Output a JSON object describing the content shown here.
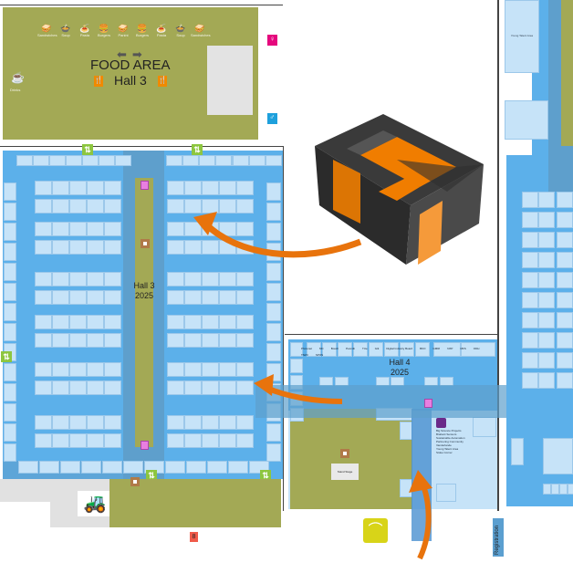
{
  "food_area": {
    "title": "FOOD AREA",
    "hall": "Hall 3",
    "foods": [
      "Sandwiches",
      "Soup",
      "Pasta",
      "Burgers",
      "Panini",
      "Burgers",
      "Pasta",
      "Soup",
      "Sandwiches"
    ],
    "drinks_label": "Drinks"
  },
  "hall3": {
    "name": "Hall 3",
    "year": "2025"
  },
  "hall4": {
    "name": "Hall 4",
    "year": "2025",
    "booths": [
      "Photonet",
      "MC",
      "Bosch",
      "Pesmib",
      "TUe",
      "Gitt",
      "Digital Industry Board",
      "BKO",
      "GMRI",
      "NXP",
      "MFS",
      "ODH",
      "TIWO",
      "SPOS"
    ],
    "notes": [
      "Big Science Projects",
      "Brabant Sensors",
      "Sustainable Automation Partnering Community",
      "Vanderlande",
      "Young Talent Area",
      "Stoke Corner"
    ],
    "stand_stage": "Stand Stage"
  },
  "right_hall": {
    "young_talent": "Young Talent Area"
  },
  "signs": {
    "registration": "Registration",
    "exit_number": "8"
  },
  "colors": {
    "food": "#a3a955",
    "hall": "#5cb0ea",
    "booth": "#c6e3f8",
    "arrow": "#e8730c",
    "logo": "#f07d00"
  },
  "icons": [
    "restroom-female-icon",
    "restroom-male-icon",
    "forklift-icon",
    "coat-hanger-icon",
    "cutlery-icon",
    "elevator-icon",
    "coffee-icon"
  ]
}
